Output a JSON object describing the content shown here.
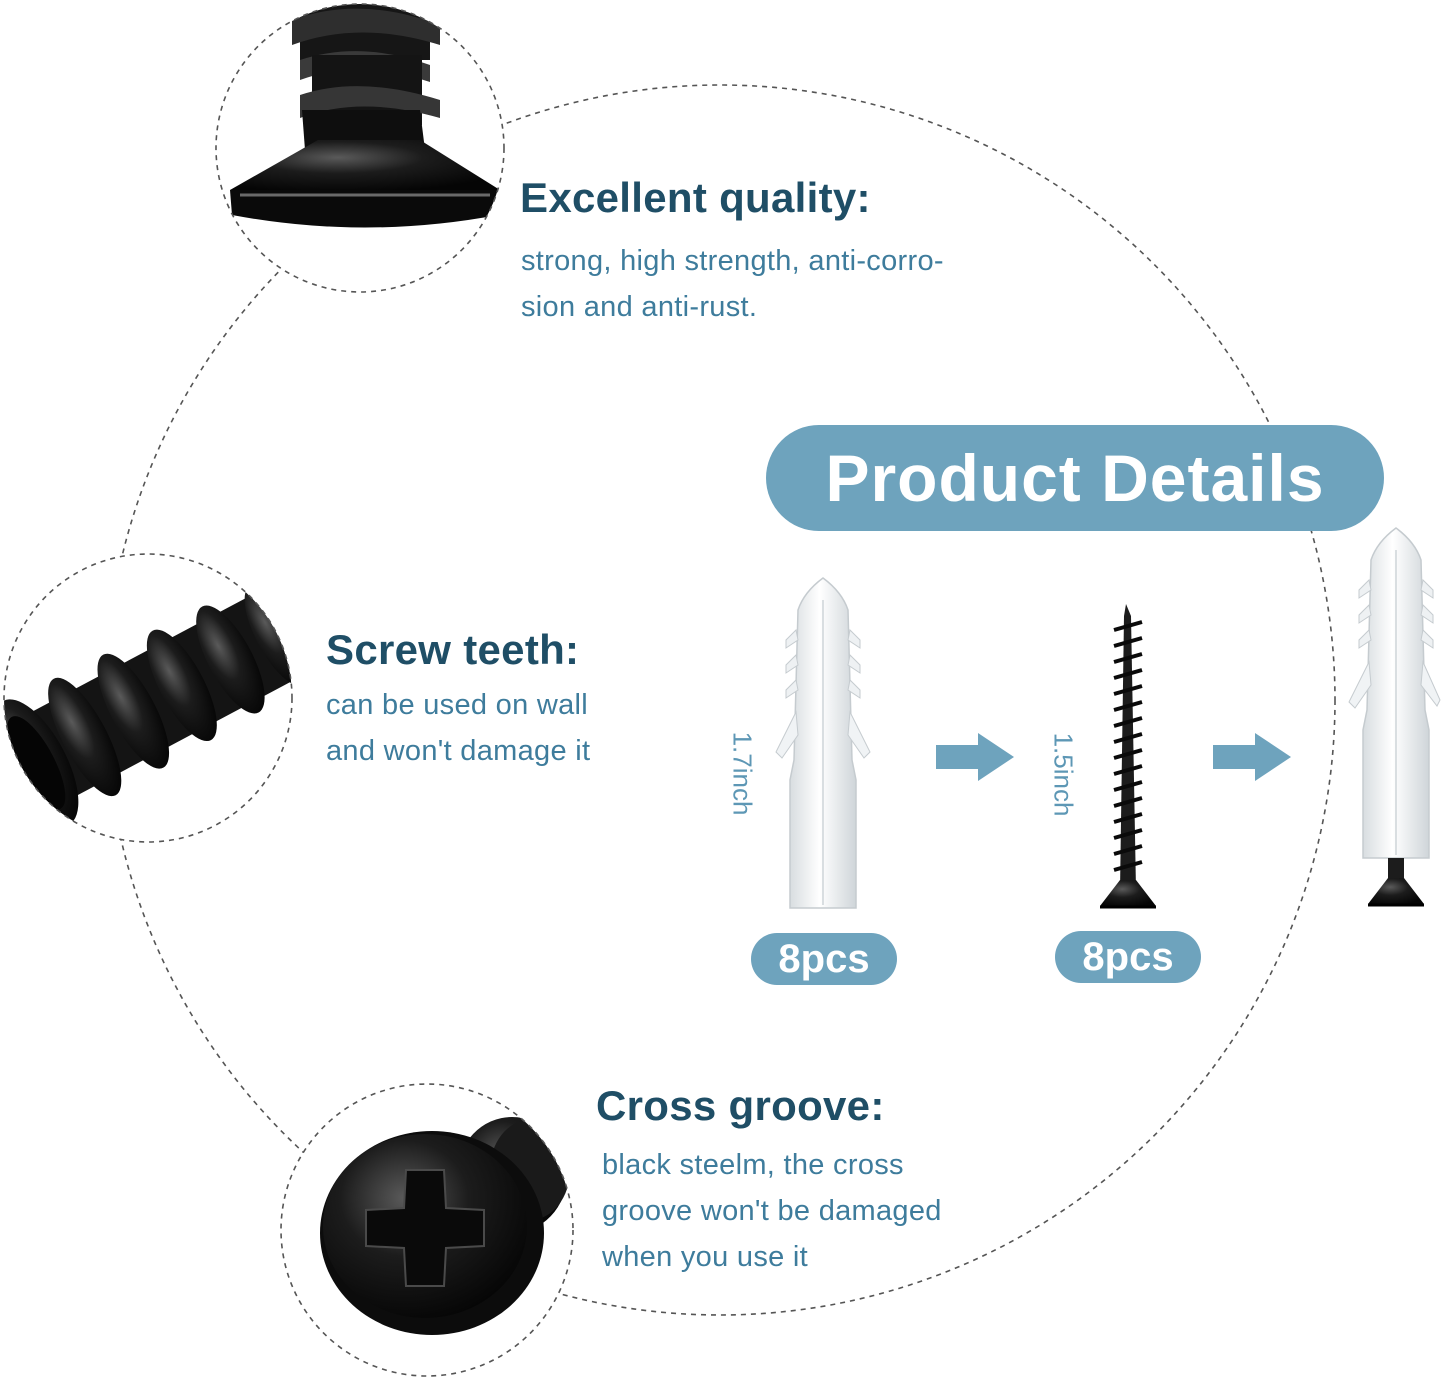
{
  "banner": {
    "title": "Product Details"
  },
  "features": {
    "quality": {
      "title": "Excellent quality:",
      "desc": [
        "strong, high strength, anti-corro-",
        "sion and anti-rust."
      ]
    },
    "teeth": {
      "title": "Screw teeth:",
      "desc": [
        "can be used on wall",
        "and won't damage it"
      ]
    },
    "groove": {
      "title": "Cross groove:",
      "desc": [
        "black steelm, the cross",
        "groove won't be damaged",
        "when you use it"
      ]
    }
  },
  "items": {
    "anchor": {
      "size": "1.7inch",
      "count": "8pcs"
    },
    "screw": {
      "size": "1.5inch",
      "count": "8pcs"
    }
  },
  "colors": {
    "title": "#1f4e66",
    "text": "#3e7c9c",
    "accent": "#6ea3bd",
    "arrow": "#6ea3bd",
    "dash": "#555555"
  }
}
